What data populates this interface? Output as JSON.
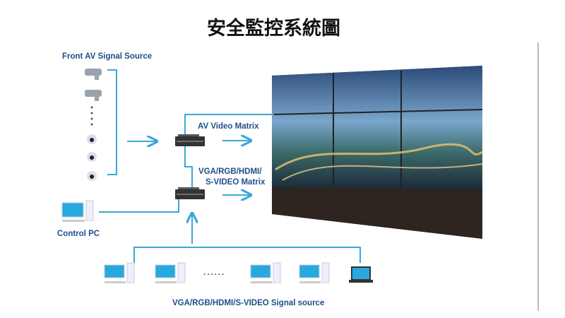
{
  "title": "安全監控系統圖",
  "labels": {
    "front_av_source": "Front AV Signal Source",
    "av_matrix": "AV Video Matrix",
    "vga_matrix_line1": "VGA/RGB/HDMI/",
    "vga_matrix_line2": "S-VIDEO Matrix",
    "control_pc": "Control PC",
    "signal_source": "VGA/RGB/HDMI/S-VIDEO Signal source",
    "ellipsis": "......"
  },
  "colors": {
    "line": "#3aa8d8",
    "label": "#1f4e8c"
  }
}
